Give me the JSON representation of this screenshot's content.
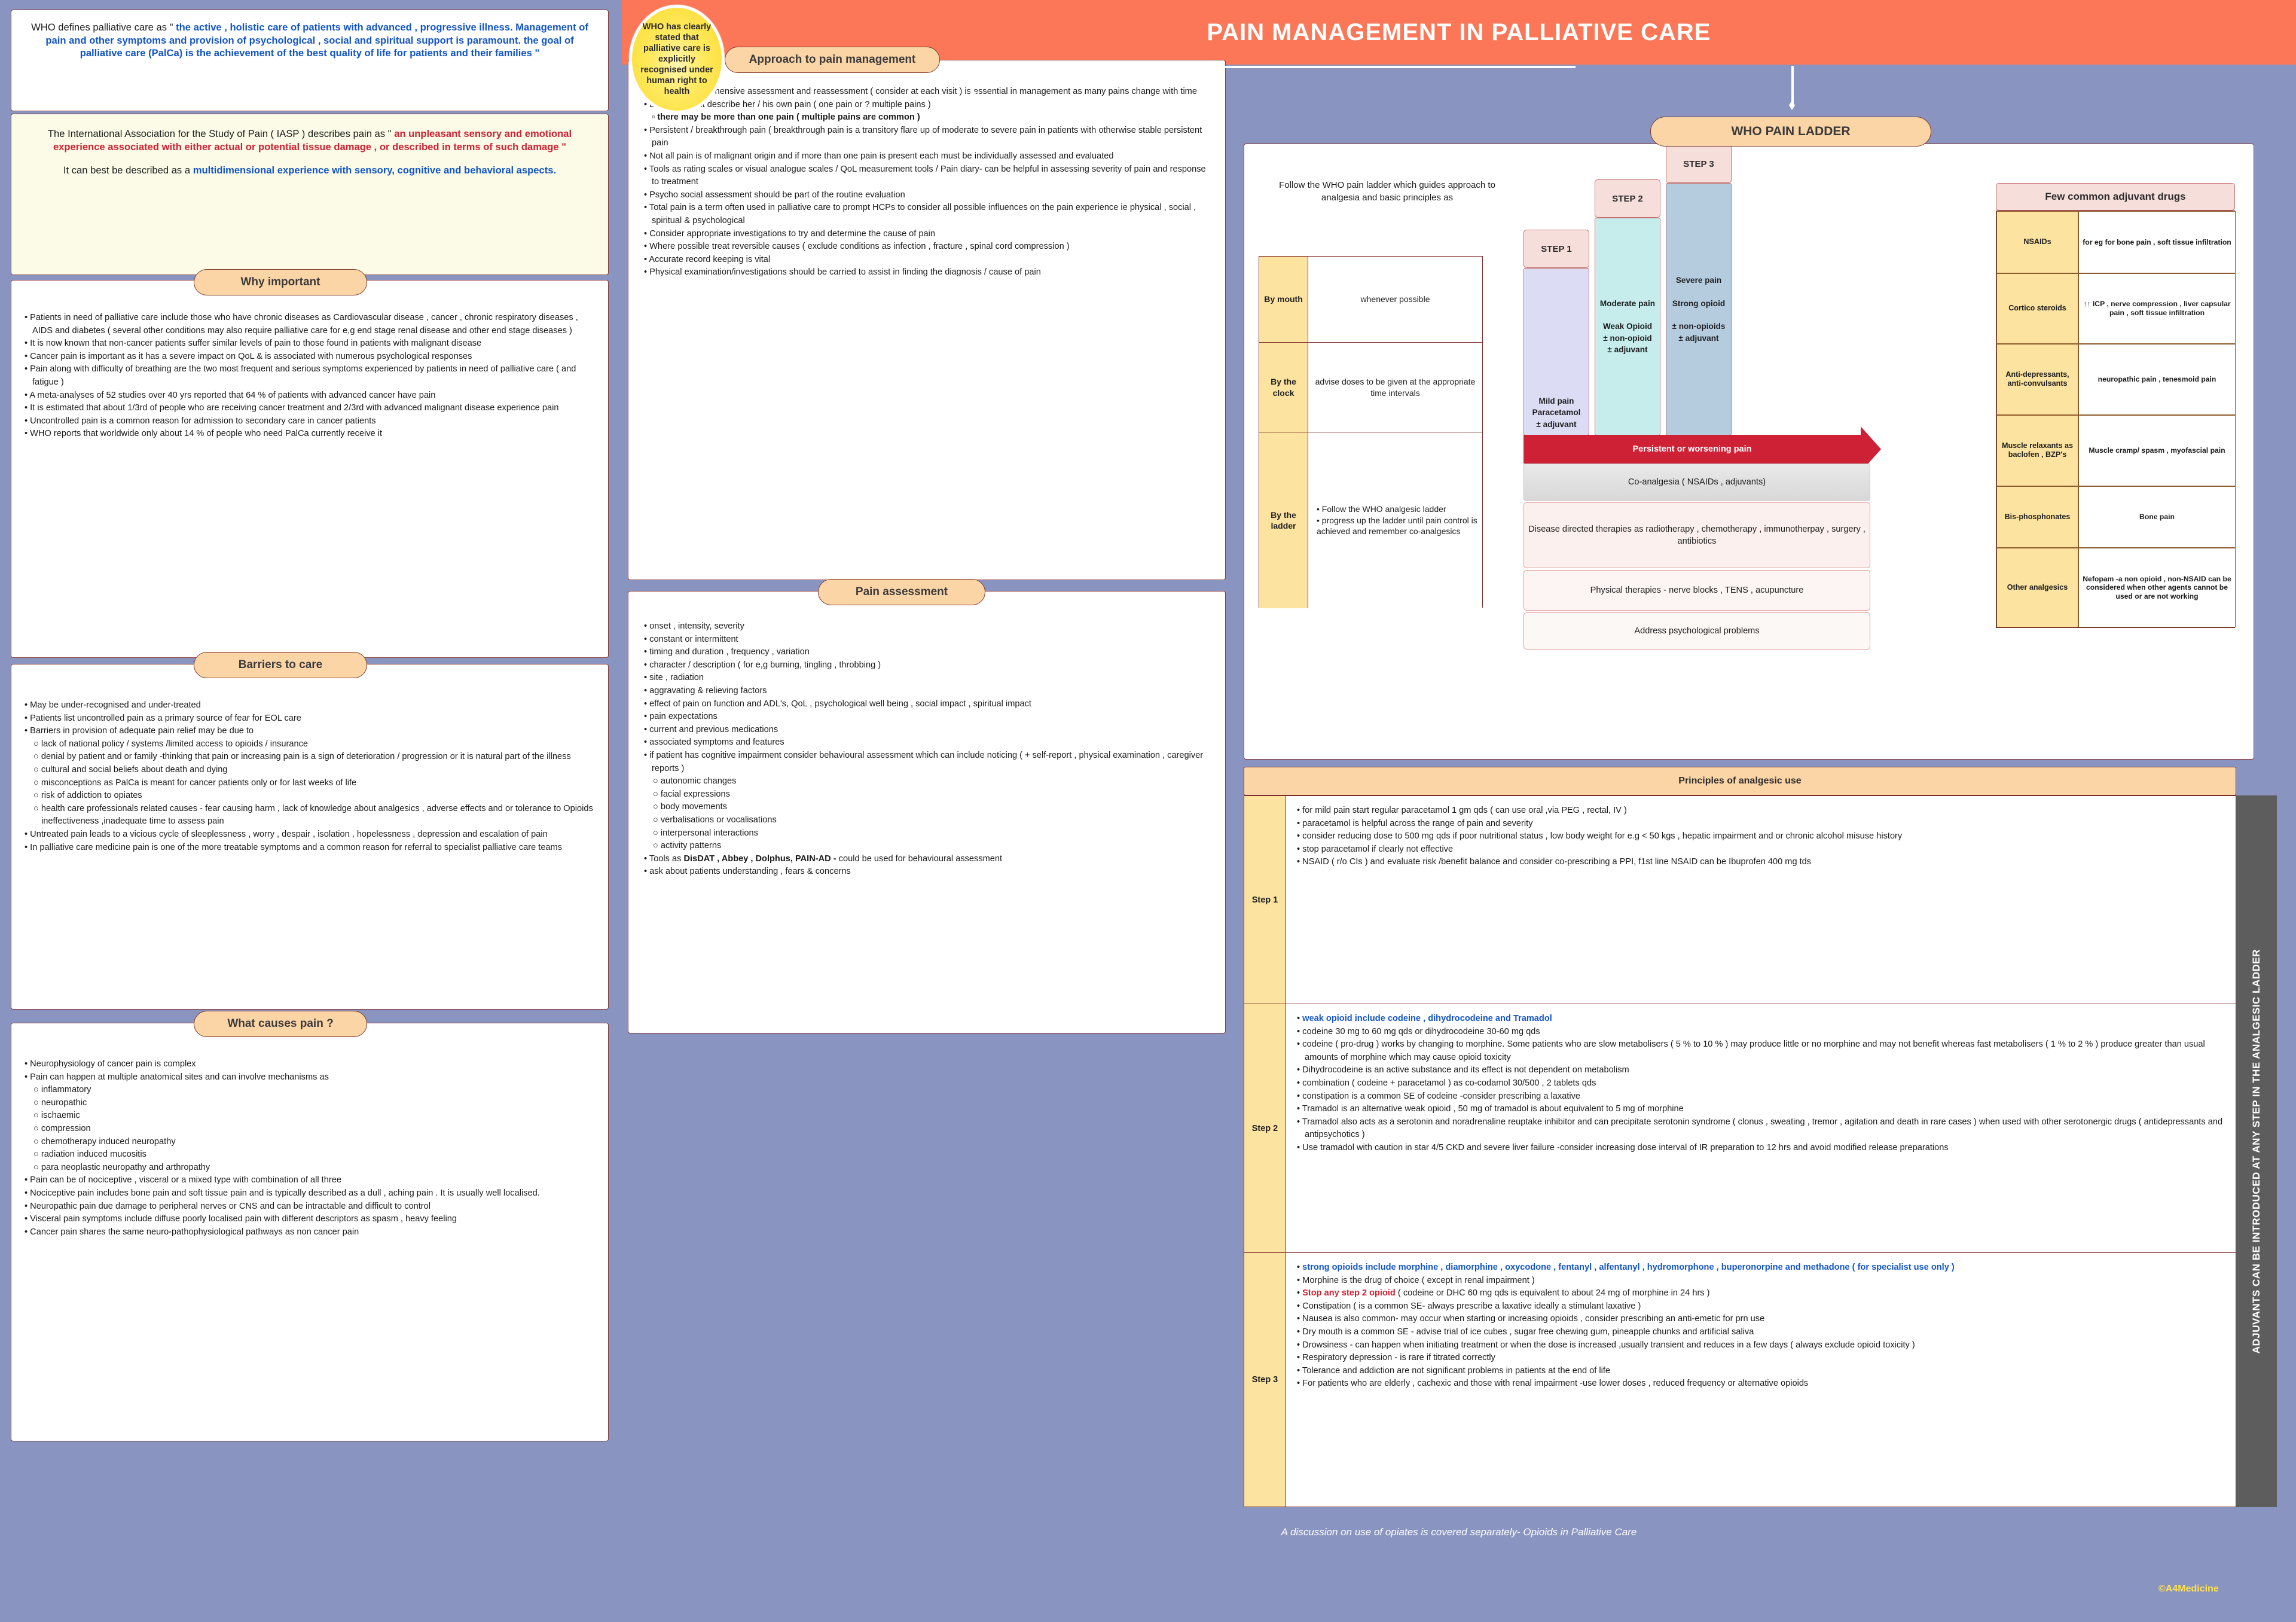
{
  "header": {
    "title": "PAIN MANAGEMENT IN PALLIATIVE CARE",
    "bg_color": "#fb7757",
    "page_bg_color": "#8a94c0"
  },
  "who_badge": {
    "text": "WHO has clearly stated that palliative care is explicitly recognised under human right to health"
  },
  "definitions": {
    "who_def": {
      "lead": "WHO defines palliative care as \" ",
      "quote": "the active , holistic care of patients with advanced , progressive illness. Management of pain and other symptoms and provision of psychological , social and spiritual support is paramount. the goal of palliative care (PalCa) is the achievement of the best quality of life for patients and their families \""
    },
    "iasp_def": {
      "lead": "The International Association for the Study of Pain ( IASP ) describes pain as \" ",
      "quote": "an unpleasant sensory and emotional experience associated with either actual or potential tissue damage , or described in terms of such damage \"",
      "secondary_lead": "It can best be described as a ",
      "secondary_bold": "multidimensional experience with sensory, cognitive and behavioral aspects."
    }
  },
  "why_important": {
    "title": "Why important",
    "items": [
      "Patients in need of palliative care include those who have chronic diseases as Cardiovascular disease , cancer , chronic respiratory diseases , AIDS and diabetes ( several other conditions may also require palliative care for e,g end stage renal disease and other end stage diseases )",
      "It is now known that non-cancer patients suffer similar levels of pain to those found in patients with malignant disease",
      "Cancer pain is important as it has a severe impact on QoL & is associated with numerous psychological responses",
      "Pain along with difficulty of breathing are the two most frequent and serious symptoms experienced by patients in need of palliative care ( and fatigue )",
      "A meta-analyses of 52 studies over 40 yrs reported that 64 % of patients with advanced cancer have pain",
      "It is estimated that about 1/3rd of people who are receiving cancer treatment and 2/3rd with advanced malignant disease experience pain",
      "Uncontrolled pain is a common reason for admission to secondary care in cancer patients",
      "WHO reports that worldwide only about 14 % of people who need PalCa currently receive it"
    ]
  },
  "barriers": {
    "title": "Barriers to care",
    "items": [
      {
        "type": "b",
        "text": "May be under-recognised and under-treated"
      },
      {
        "type": "b",
        "text": "Patients list uncontrolled pain as a primary source of fear for EOL care"
      },
      {
        "type": "b",
        "text": "Barriers in provision of adequate pain relief may be due to"
      },
      {
        "type": "sub",
        "text": "lack of national policy / systems /limited access to opioids / insurance"
      },
      {
        "type": "sub",
        "text": "denial by patient and or family -thinking that pain or increasing pain is a sign of deterioration / progression or it is natural part of the illness"
      },
      {
        "type": "sub",
        "text": "cultural and social beliefs about death and dying"
      },
      {
        "type": "sub",
        "text": "misconceptions as PalCa is meant for cancer patients only or for last weeks of life"
      },
      {
        "type": "sub",
        "text": "risk of addiction to opiates"
      },
      {
        "type": "sub",
        "text": "health care professionals related causes - fear causing harm , lack of knowledge about analgesics , adverse effects and or tolerance to Opioids ineffectiveness ,inadequate time to assess pain"
      },
      {
        "type": "b",
        "text": "Untreated pain leads to a vicious cycle of sleeplessness , worry , despair , isolation , hopelessness , depression and escalation of pain"
      },
      {
        "type": "b",
        "text": "In palliative care medicine pain is one of the more treatable symptoms and a common reason for referral to specialist palliative care teams"
      }
    ]
  },
  "what_causes_pain": {
    "title": "What causes pain ?",
    "items": [
      {
        "type": "b",
        "text": "Neurophysiology of cancer pain is complex"
      },
      {
        "type": "b",
        "text": "Pain can happen at multiple anatomical sites and can involve mechanisms as"
      },
      {
        "type": "sub",
        "text": "inflammatory"
      },
      {
        "type": "sub",
        "text": "neuropathic"
      },
      {
        "type": "sub",
        "text": "ischaemic"
      },
      {
        "type": "sub",
        "text": "compression"
      },
      {
        "type": "sub",
        "text": "chemotherapy induced neuropathy"
      },
      {
        "type": "sub",
        "text": "radiation induced mucositis"
      },
      {
        "type": "sub",
        "text": "para neoplastic neuropathy and arthropathy"
      },
      {
        "type": "b",
        "text": "Pain can be of nociceptive , visceral or a mixed type with combination of all three"
      },
      {
        "type": "b",
        "text": "Nociceptive pain includes bone pain and soft tissue pain and is typically described as a dull , aching pain . It is usually well localised."
      },
      {
        "type": "b",
        "text": "Neuropathic pain due damage to peripheral nerves or CNS and can be intractable and difficult to control"
      },
      {
        "type": "b",
        "text": "Visceral pain symptoms include diffuse poorly localised pain with different descriptors as spasm , heavy feeling"
      },
      {
        "type": "b",
        "text": "Cancer pain shares the same neuro-pathophysiological pathways as non cancer pain"
      }
    ]
  },
  "approach": {
    "title": "Approach to pain management",
    "items": [
      {
        "type": "b",
        "text": "Accurate comprehensive assessment and reassessment ( consider at each visit ) is essential in management as many pains change with time"
      },
      {
        "type": "b",
        "text": "Let the patient describe her / his own pain ( one pain or ? multiple pains )"
      },
      {
        "type": "sq",
        "text": "there may be more than one pain ( multiple pains are common )"
      },
      {
        "type": "b",
        "text": "Persistent / breakthrough pain ( breakthrough pain is a transitory flare up of moderate to severe pain in patients with otherwise stable persistent pain"
      },
      {
        "type": "b",
        "text": "Not all pain is of malignant origin and if more than one pain is present each must be individually assessed and evaluated"
      },
      {
        "type": "b",
        "text": "Tools as rating scales or visual analogue scales / QoL measurement tools / Pain diary- can be helpful in assessing severity of pain and response to treatment"
      },
      {
        "type": "b",
        "text": "Psycho social assessment should be part of the routine evaluation"
      },
      {
        "type": "b",
        "text": "Total pain is a term often used in palliative care to prompt HCPs to consider all possible influences on the pain experience ie physical , social , spiritual & psychological"
      },
      {
        "type": "b",
        "text": "Consider appropriate investigations to try and determine the cause of pain"
      },
      {
        "type": "b",
        "text": "Where possible treat reversible causes ( exclude conditions as infection , fracture , spinal cord compression )"
      },
      {
        "type": "b",
        "text": "Accurate record keeping is vital"
      },
      {
        "type": "b",
        "text": "Physical examination/investigations should be carried to assist in finding the diagnosis / cause of pain"
      }
    ]
  },
  "pain_assessment": {
    "title": "Pain assessment",
    "items": [
      {
        "type": "b",
        "text": "onset , intensity, severity"
      },
      {
        "type": "b",
        "text": "constant or intermittent"
      },
      {
        "type": "b",
        "text": "timing and duration , frequency , variation"
      },
      {
        "type": "b",
        "text": "character / description ( for e,g burning, tingling , throbbing )"
      },
      {
        "type": "b",
        "text": "site , radiation"
      },
      {
        "type": "b",
        "text": "aggravating & relieving factors"
      },
      {
        "type": "b",
        "text": "effect of pain on function and ADL's, QoL , psychological well being , social impact , spiritual impact"
      },
      {
        "type": "b",
        "text": "pain expectations"
      },
      {
        "type": "b",
        "text": "current and previous medications"
      },
      {
        "type": "b",
        "text": "associated symptoms and features"
      },
      {
        "type": "b",
        "text": "if patient has cognitive impairment consider behavioural assessment which can include noticing ( + self-report , physical examination , caregiver reports )"
      },
      {
        "type": "sub",
        "text": "autonomic changes"
      },
      {
        "type": "sub",
        "text": "facial expressions"
      },
      {
        "type": "sub",
        "text": "body movements"
      },
      {
        "type": "sub",
        "text": "verbalisations or vocalisations"
      },
      {
        "type": "sub",
        "text": "interpersonal interactions"
      },
      {
        "type": "sub",
        "text": "activity patterns"
      },
      {
        "type": "b_rich",
        "pre": "Tools as ",
        "bold": "DisDAT , Abbey , Dolphus, PAIN-AD -",
        "post": " could be used for behavioural assessment"
      },
      {
        "type": "b",
        "text": "ask about patients understanding , fears & concerns"
      }
    ]
  },
  "who_ladder": {
    "title": "WHO PAIN LADDER",
    "intro": "Follow the WHO pain ladder which guides approach to analgesia  and basic principles as",
    "principles": [
      {
        "key": "By mouth",
        "value": "whenever possible"
      },
      {
        "key": "By the clock",
        "value": "advise doses to be given at the appropriate time intervals"
      },
      {
        "key": "By the ladder",
        "value": "• Follow the WHO analgesic ladder\n• progress up the ladder until pain control is achieved and remember co-analgesics"
      }
    ],
    "steps": [
      {
        "label": "STEP 1",
        "body": "Mild pain\nParacetamol\n± adjuvant",
        "color": "#dcdcf5"
      },
      {
        "label": "STEP 2",
        "body": "Moderate pain\n\nWeak Opioid\n± non-opioid\n± adjuvant",
        "color": "#c6ecec"
      },
      {
        "label": "STEP 3",
        "body": "Severe pain\n\nStrong opioid\n\n± non-opioids\n± adjuvant",
        "color": "#b5cbde"
      }
    ],
    "arrow_label": "Persistent or worsening pain",
    "bands": [
      "Co-analgesia ( NSAIDs , adjuvants)",
      "Disease directed therapies as radiotherapy , chemotherapy , immunotherpay , surgery , antibiotics",
      "Physical therapies - nerve blocks , TENS , acupuncture",
      "Address psychological problems"
    ]
  },
  "adjuvants": {
    "title": "Few common adjuvant drugs",
    "rows": [
      {
        "drug": "NSAIDs",
        "use": "for eg for bone pain , soft tissue infiltration"
      },
      {
        "drug": "Cortico steroids",
        "use": "↑↑ ICP , nerve compression , liver capsular pain , soft tissue infiltration"
      },
      {
        "drug": "Anti-depressants, anti-convulsants",
        "use": "neuropathic pain , tenesmoid pain"
      },
      {
        "drug": "Muscle relaxants as baclofen , BZP's",
        "use": "Muscle cramp/ spasm , myofascial pain"
      },
      {
        "drug": "Bis-phosphonates",
        "use": "Bone pain"
      },
      {
        "drug": "Other analgesics",
        "use": "Nefopam -a non opioid , non-NSAID can be considered when other agents cannot be used or are not working"
      }
    ]
  },
  "principles_of_analgesic_use": {
    "title": "Principles of analgesic use",
    "steps": [
      {
        "key": "Step 1",
        "items": [
          {
            "type": "b",
            "text": "for mild pain start regular paracetamol 1 gm qds ( can use oral ,via PEG , rectal, IV )"
          },
          {
            "type": "b",
            "text": "paracetamol is helpful across the range of pain and severity"
          },
          {
            "type": "b",
            "text": "consider reducing dose to 500 mg qds if poor nutritional status , low body weight for e.g < 50 kgs , hepatic impairment and or chronic alcohol misuse history"
          },
          {
            "type": "b",
            "text": "stop paracetamol if clearly not effective"
          },
          {
            "type": "b",
            "text": "NSAID ( r/o CIs ) and evaluate risk /benefit balance and consider co-prescribing a PPI, f1st line NSAID can be Ibuprofen 400 mg tds"
          }
        ]
      },
      {
        "key": "Step 2",
        "items": [
          {
            "type": "b_blue",
            "text": "weak opioid include codeine , dihydrocodeine and Tramadol"
          },
          {
            "type": "b",
            "text": "codeine 30 mg to 60 mg qds or dihydrocodeine 30-60 mg qds"
          },
          {
            "type": "b",
            "text": "codeine ( pro-drug ) works by changing to morphine. Some patients who are slow metabolisers ( 5 % to 10 % ) may produce little or no morphine and may not benefit whereas fast metabolisers ( 1 % to 2 % ) produce greater than usual amounts of morphine which may cause opioid toxicity"
          },
          {
            "type": "b",
            "text": "Dihydrocodeine is an active substance and its effect is not dependent on metabolism"
          },
          {
            "type": "b",
            "text": "combination ( codeine + paracetamol ) as co-codamol 30/500 , 2 tablets qds"
          },
          {
            "type": "b",
            "text": "constipation is a common SE of codeine -consider prescribing a laxative"
          },
          {
            "type": "b",
            "text": "Tramadol is an alternative weak opioid , 50 mg of tramadol is about equivalent to 5 mg of morphine"
          },
          {
            "type": "b",
            "text": "Tramadol also acts as a serotonin and noradrenaline reuptake inhibitor and can precipitate serotonin syndrome ( clonus , sweating , tremor , agitation and death in rare cases ) when used with other serotonergic drugs ( antidepressants and antipsychotics )"
          },
          {
            "type": "b",
            "text": "Use tramadol with caution in star 4/5 CKD and severe liver failure -consider increasing dose interval of IR preparation to 12 hrs and avoid modified release preparations"
          }
        ]
      },
      {
        "key": "Step 3",
        "items": [
          {
            "type": "b_blue",
            "text": "strong opioids include morphine , diamorphine , oxycodone , fentanyl , alfentanyl , hydromorphone , buperonorpine and methadone ( for specialist use only )"
          },
          {
            "type": "b",
            "text": "Morphine is the drug of choice ( except in renal impairment )"
          },
          {
            "type": "b_red_lead",
            "bold": "Stop any step 2 opioid",
            "rest": " ( codeine or DHC 60 mg  qds is equivalent to about 24 mg of morphine in 24 hrs )"
          },
          {
            "type": "b",
            "text": "Constipation ( is a common SE- always prescribe a laxative ideally a stimulant laxative )"
          },
          {
            "type": "b",
            "text": "Nausea is also common- may occur when starting or increasing opioids , consider prescribing an anti-emetic for prn use"
          },
          {
            "type": "b",
            "text": "Dry mouth is a common SE - advise trial of ice cubes , sugar free chewing gum, pineapple chunks and artificial saliva"
          },
          {
            "type": "b",
            "text": "Drowsiness - can happen when initiating treatment or when the dose is increased ,usually transient and reduces in a few days ( always exclude opioid toxicity )"
          },
          {
            "type": "b",
            "text": "Respiratory depression - is rare if titrated correctly"
          },
          {
            "type": "b",
            "text": "Tolerance and addiction are not significant problems in patients at the end of life"
          },
          {
            "type": "b",
            "text": "For patients who are elderly , cachexic and those with renal impairment -use lower doses , reduced frequency or alternative opioids"
          }
        ]
      }
    ]
  },
  "vertical_bar": {
    "text": "ADJUVANTS CAN BE INTRODUCED AT ANY STEP IN THE ANALGESIC LADDER"
  },
  "footer": {
    "note": "A discussion on use of opiates  is covered  separately- Opioids in Palliative Care",
    "copyright": "©A4Medicine"
  }
}
